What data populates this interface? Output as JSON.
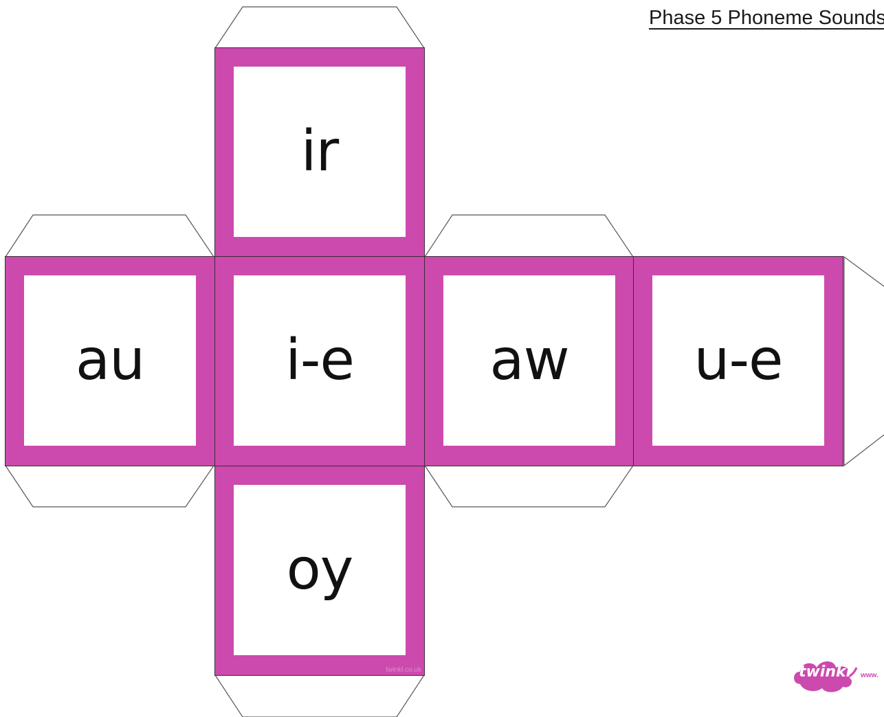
{
  "header": {
    "title": "Phase 5 Phoneme Sounds"
  },
  "cube": {
    "faces": {
      "top": "ir",
      "left": "au",
      "center": "i-e",
      "right": "aw",
      "far_right": "u-e",
      "bottom": "oy"
    },
    "watermark": "twinkl.co.uk",
    "face_color": "#cc4aad"
  },
  "branding": {
    "logo_text": "twinkl",
    "url_fragment": "www."
  }
}
